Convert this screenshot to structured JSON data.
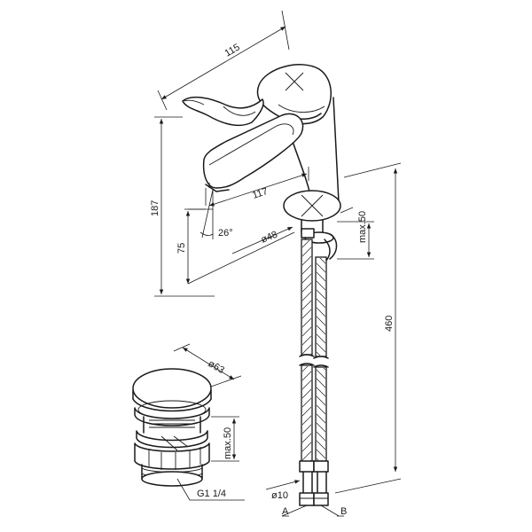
{
  "dimensions": {
    "spout_top_length": "115",
    "total_height": "187",
    "spout_reach": "117",
    "spout_angle": "26°",
    "outlet_height": "75",
    "body_diameter": "ø48",
    "deck_thickness_faucet": "max.50",
    "hose_length": "460",
    "drain_diameter": "ø63",
    "deck_thickness_drain": "max.50",
    "drain_thread": "G1 1/4",
    "hose_diameter": "ø10",
    "hose_a": "A",
    "hose_b": "B"
  }
}
